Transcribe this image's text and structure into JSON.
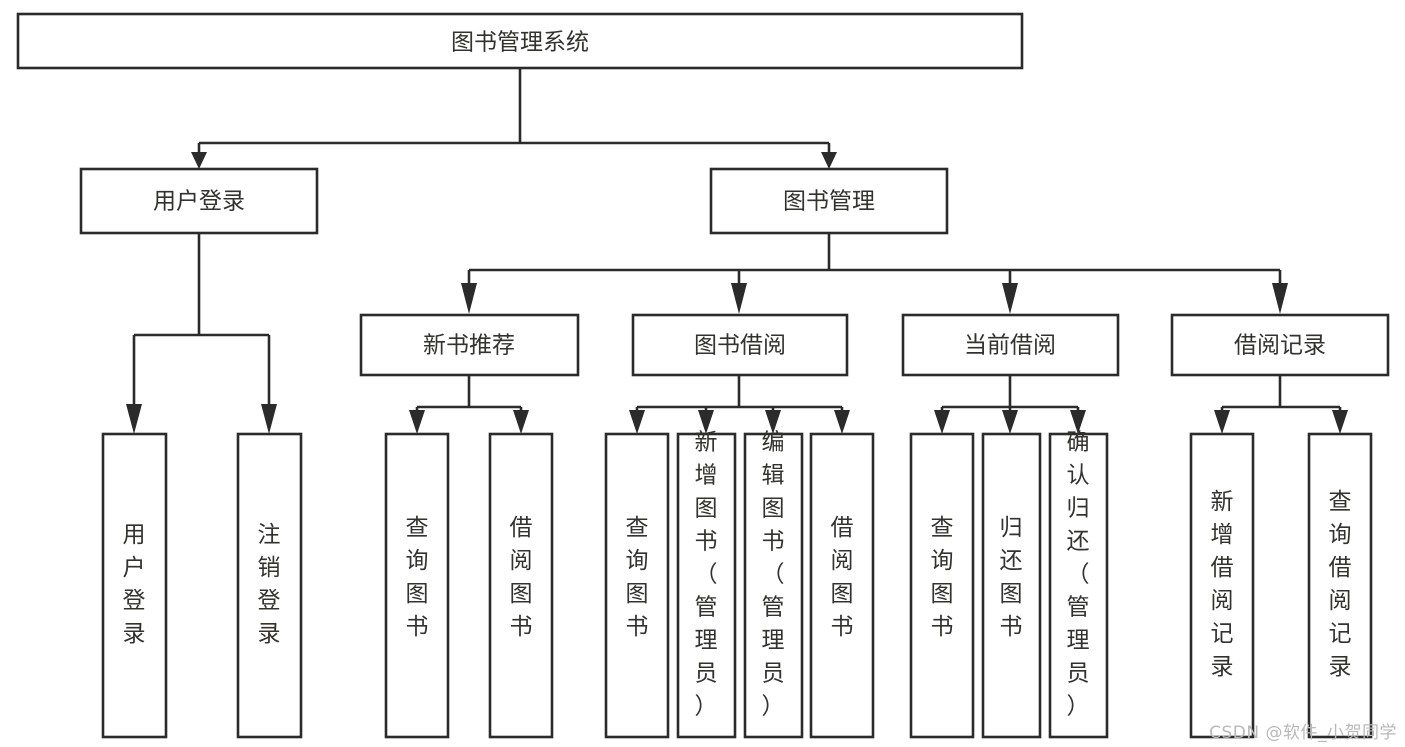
{
  "diagram": {
    "type": "tree-hierarchy-chart",
    "title": "图书管理系统",
    "watermark": "CSDN @软件_小贺同学",
    "colors": {
      "background": "#ffffff",
      "stroke": "#2b2b2b",
      "text": "#33322f",
      "watermark": "#b9b9b9"
    },
    "nodes": {
      "root": {
        "label": "图书管理系统",
        "orientation": "horizontal"
      },
      "level2": [
        {
          "id": "user-login",
          "label": "用户登录",
          "orientation": "horizontal"
        },
        {
          "id": "book-manage",
          "label": "图书管理",
          "orientation": "horizontal"
        }
      ],
      "level3": [
        {
          "id": "new-book-recommend",
          "label": "新书推荐",
          "orientation": "horizontal"
        },
        {
          "id": "book-borrow",
          "label": "图书借阅",
          "orientation": "horizontal"
        },
        {
          "id": "current-borrow",
          "label": "当前借阅",
          "orientation": "horizontal"
        },
        {
          "id": "borrow-record",
          "label": "借阅记录",
          "orientation": "horizontal"
        }
      ],
      "leaves": [
        {
          "id": "leaf-user-login",
          "parent": "user-login",
          "label": "用户登录",
          "orientation": "vertical"
        },
        {
          "id": "leaf-logout-login",
          "parent": "user-login",
          "label": "注销登录",
          "orientation": "vertical"
        },
        {
          "id": "leaf-query-book-1",
          "parent": "new-book-recommend",
          "label": "查询图书",
          "orientation": "vertical"
        },
        {
          "id": "leaf-borrow-book-1",
          "parent": "new-book-recommend",
          "label": "借阅图书",
          "orientation": "vertical"
        },
        {
          "id": "leaf-query-book-2",
          "parent": "book-borrow",
          "label": "查询图书",
          "orientation": "vertical"
        },
        {
          "id": "leaf-add-book",
          "parent": "book-borrow",
          "label": "新增图书（管理员）",
          "orientation": "vertical"
        },
        {
          "id": "leaf-edit-book",
          "parent": "book-borrow",
          "label": "编辑图书（管理员）",
          "orientation": "vertical"
        },
        {
          "id": "leaf-borrow-book-2",
          "parent": "book-borrow",
          "label": "借阅图书",
          "orientation": "vertical"
        },
        {
          "id": "leaf-query-book-3",
          "parent": "current-borrow",
          "label": "查询图书",
          "orientation": "vertical"
        },
        {
          "id": "leaf-return-book",
          "parent": "current-borrow",
          "label": "归还图书",
          "orientation": "vertical"
        },
        {
          "id": "leaf-confirm-return",
          "parent": "current-borrow",
          "label": "确认归还（管理员）",
          "orientation": "vertical"
        },
        {
          "id": "leaf-add-record",
          "parent": "borrow-record",
          "label": "新增借阅记录",
          "orientation": "vertical"
        },
        {
          "id": "leaf-query-record",
          "parent": "borrow-record",
          "label": "查询借阅记录",
          "orientation": "vertical"
        }
      ]
    }
  }
}
